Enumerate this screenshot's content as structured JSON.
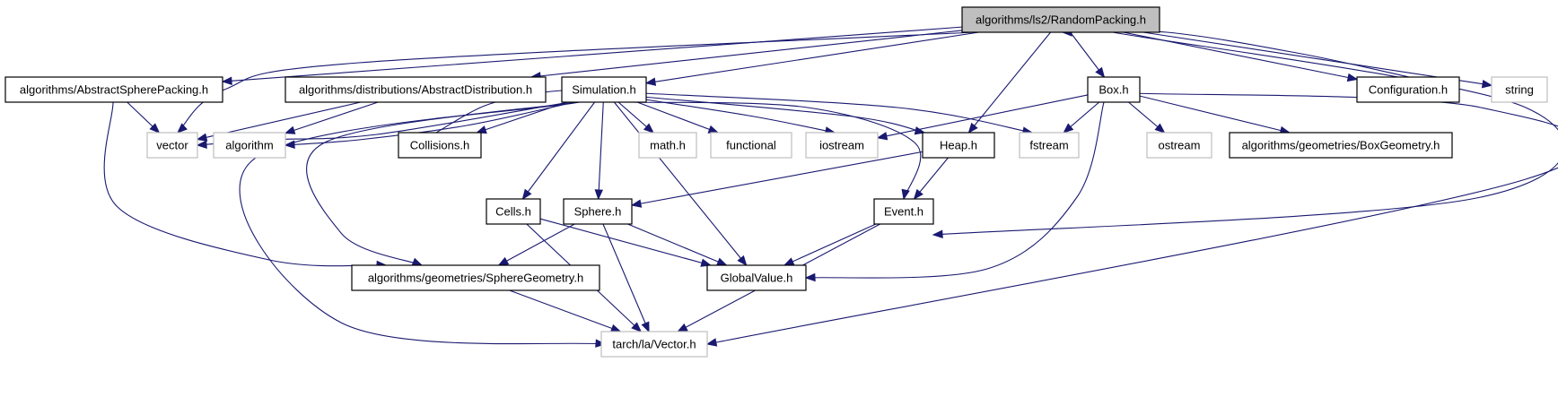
{
  "nodes": [
    {
      "id": "root",
      "label": "algorithms/ls2/RandomPacking.h",
      "style": "root"
    },
    {
      "id": "asp",
      "label": "algorithms/AbstractSpherePacking.h",
      "style": "strong"
    },
    {
      "id": "adist",
      "label": "algorithms/distributions/AbstractDistribution.h",
      "style": "strong"
    },
    {
      "id": "sim",
      "label": "Simulation.h",
      "style": "strong"
    },
    {
      "id": "box",
      "label": "Box.h",
      "style": "strong"
    },
    {
      "id": "config",
      "label": "Configuration.h",
      "style": "strong"
    },
    {
      "id": "string",
      "label": "string",
      "style": "weak"
    },
    {
      "id": "vector",
      "label": "vector",
      "style": "weak"
    },
    {
      "id": "algorithm",
      "label": "algorithm",
      "style": "weak"
    },
    {
      "id": "collisions",
      "label": "Collisions.h",
      "style": "strong"
    },
    {
      "id": "math",
      "label": "math.h",
      "style": "weak"
    },
    {
      "id": "functional",
      "label": "functional",
      "style": "weak"
    },
    {
      "id": "iostream",
      "label": "iostream",
      "style": "weak"
    },
    {
      "id": "heap",
      "label": "Heap.h",
      "style": "strong"
    },
    {
      "id": "fstream",
      "label": "fstream",
      "style": "weak"
    },
    {
      "id": "ostream",
      "label": "ostream",
      "style": "weak"
    },
    {
      "id": "boxgeom",
      "label": "algorithms/geometries/BoxGeometry.h",
      "style": "strong"
    },
    {
      "id": "cells",
      "label": "Cells.h",
      "style": "strong"
    },
    {
      "id": "sphere",
      "label": "Sphere.h",
      "style": "strong"
    },
    {
      "id": "event",
      "label": "Event.h",
      "style": "strong"
    },
    {
      "id": "spheregeom",
      "label": "algorithms/geometries/SphereGeometry.h",
      "style": "strong"
    },
    {
      "id": "globalvalue",
      "label": "GlobalValue.h",
      "style": "strong"
    },
    {
      "id": "vectorh",
      "label": "tarch/la/Vector.h",
      "style": "weak"
    }
  ],
  "edges": [
    [
      "root",
      "asp"
    ],
    [
      "root",
      "vector"
    ],
    [
      "root",
      "adist"
    ],
    [
      "root",
      "sim"
    ],
    [
      "root",
      "heap"
    ],
    [
      "root",
      "box"
    ],
    [
      "root",
      "config"
    ],
    [
      "root",
      "string"
    ],
    [
      "root",
      "event"
    ],
    [
      "config",
      "root"
    ],
    [
      "asp",
      "vector"
    ],
    [
      "asp",
      "spheregeom"
    ],
    [
      "adist",
      "vector"
    ],
    [
      "adist",
      "algorithm"
    ],
    [
      "sim",
      "vector"
    ],
    [
      "sim",
      "algorithm"
    ],
    [
      "sim",
      "collisions"
    ],
    [
      "sim",
      "math"
    ],
    [
      "sim",
      "functional"
    ],
    [
      "sim",
      "iostream"
    ],
    [
      "sim",
      "heap"
    ],
    [
      "sim",
      "fstream"
    ],
    [
      "sim",
      "event"
    ],
    [
      "sim",
      "cells"
    ],
    [
      "sim",
      "sphere"
    ],
    [
      "sim",
      "globalvalue"
    ],
    [
      "sim",
      "spheregeom"
    ],
    [
      "sim",
      "vectorh"
    ],
    [
      "collisions",
      "sim"
    ],
    [
      "box",
      "iostream"
    ],
    [
      "box",
      "fstream"
    ],
    [
      "box",
      "ostream"
    ],
    [
      "box",
      "boxgeom"
    ],
    [
      "box",
      "globalvalue"
    ],
    [
      "box",
      "vectorh"
    ],
    [
      "heap",
      "sphere"
    ],
    [
      "heap",
      "event"
    ],
    [
      "cells",
      "globalvalue"
    ],
    [
      "cells",
      "vectorh"
    ],
    [
      "sphere",
      "spheregeom"
    ],
    [
      "sphere",
      "globalvalue"
    ],
    [
      "sphere",
      "vectorh"
    ],
    [
      "event",
      "globalvalue"
    ],
    [
      "event",
      "vectorh"
    ],
    [
      "spheregeom",
      "vectorh"
    ]
  ]
}
